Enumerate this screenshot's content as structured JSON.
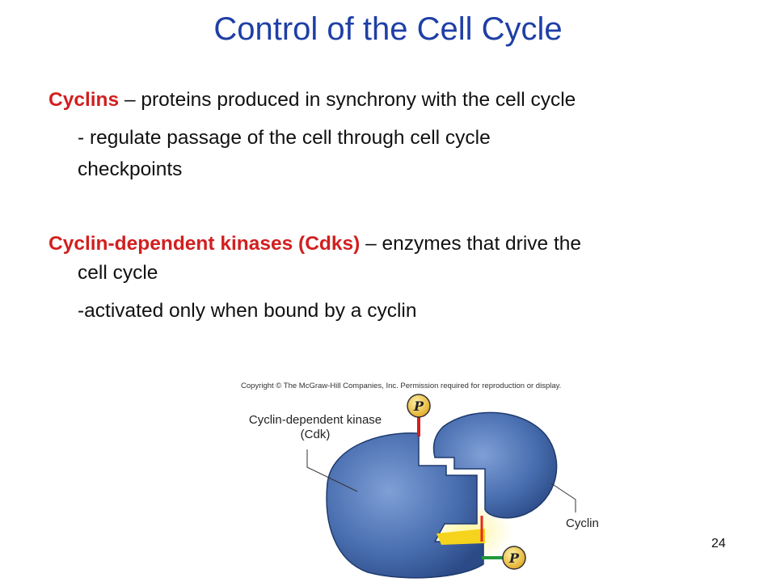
{
  "title": "Control of the Cell Cycle",
  "cyclins": {
    "term": "Cyclins",
    "definition": " – proteins produced in synchrony with the cell cycle",
    "sub1": "- regulate passage of the cell through cell cycle",
    "sub2": "checkpoints"
  },
  "cdks": {
    "term": "Cyclin-dependent kinases (Cdks)",
    "definition": " – enzymes that drive the",
    "definition_cont": "cell cycle",
    "sub": "-activated only when bound by a cyclin"
  },
  "figure": {
    "copyright": "Copyright © The McGraw-Hill Companies, Inc. Permission required for reproduction or display.",
    "cdk_label_line1": "Cyclin-dependent kinase",
    "cdk_label_line2": "(Cdk)",
    "cyclin_label": "Cyclin",
    "phosphate_label": "P"
  },
  "page_number": "24",
  "colors": {
    "title": "#1f3fa6",
    "term": "#d21f1f",
    "cdk_blue": "#4a6fb0",
    "phosphate_yellow": "#f2c53d"
  }
}
